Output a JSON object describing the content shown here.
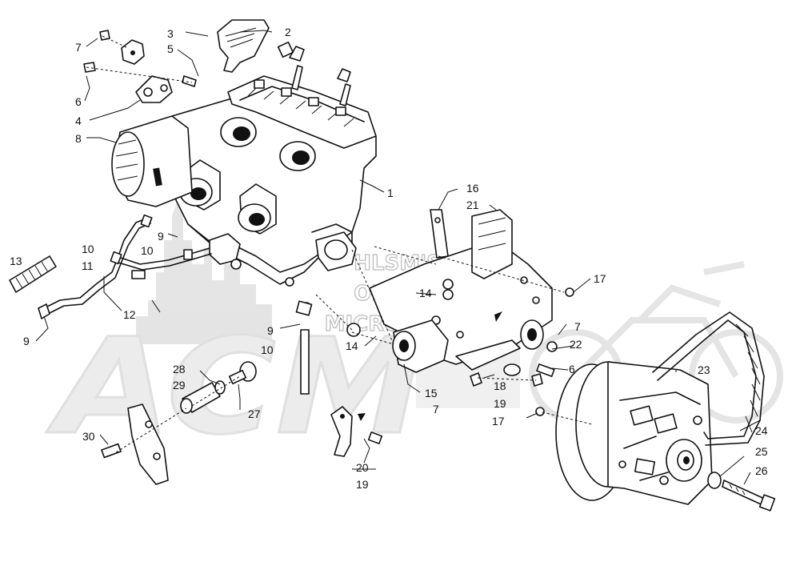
{
  "watermark": {
    "lines": [
      "HLSM'S",
      "ONLINE",
      "MICROFICHE"
    ],
    "brand": "ACM"
  },
  "callouts": [
    {
      "id": "c1",
      "text": "1"
    },
    {
      "id": "c2",
      "text": "2"
    },
    {
      "id": "c3",
      "text": "3"
    },
    {
      "id": "c4",
      "text": "4"
    },
    {
      "id": "c5",
      "text": "5"
    },
    {
      "id": "c6a",
      "text": "6"
    },
    {
      "id": "c6b",
      "text": "6"
    },
    {
      "id": "c7a",
      "text": "7"
    },
    {
      "id": "c7b",
      "text": "7"
    },
    {
      "id": "c7c",
      "text": "7"
    },
    {
      "id": "c8",
      "text": "8"
    },
    {
      "id": "c9a",
      "text": "9"
    },
    {
      "id": "c9b",
      "text": "9"
    },
    {
      "id": "c9c",
      "text": "9"
    },
    {
      "id": "c10a",
      "text": "10"
    },
    {
      "id": "c10b",
      "text": "10"
    },
    {
      "id": "c10c",
      "text": "10"
    },
    {
      "id": "c11",
      "text": "11"
    },
    {
      "id": "c12",
      "text": "12"
    },
    {
      "id": "c13",
      "text": "13"
    },
    {
      "id": "c14a",
      "text": "14"
    },
    {
      "id": "c14b",
      "text": "14"
    },
    {
      "id": "c15",
      "text": "15"
    },
    {
      "id": "c16",
      "text": "16"
    },
    {
      "id": "c17a",
      "text": "17"
    },
    {
      "id": "c17b",
      "text": "17"
    },
    {
      "id": "c18",
      "text": "18"
    },
    {
      "id": "c19a",
      "text": "19"
    },
    {
      "id": "c19b",
      "text": "19"
    },
    {
      "id": "c20",
      "text": "20"
    },
    {
      "id": "c21",
      "text": "21"
    },
    {
      "id": "c22",
      "text": "22"
    },
    {
      "id": "c23",
      "text": "23"
    },
    {
      "id": "c24",
      "text": "24"
    },
    {
      "id": "c25",
      "text": "25"
    },
    {
      "id": "c26",
      "text": "26"
    },
    {
      "id": "c27",
      "text": "27"
    },
    {
      "id": "c28",
      "text": "28"
    },
    {
      "id": "c29",
      "text": "29"
    },
    {
      "id": "c30",
      "text": "30"
    }
  ]
}
